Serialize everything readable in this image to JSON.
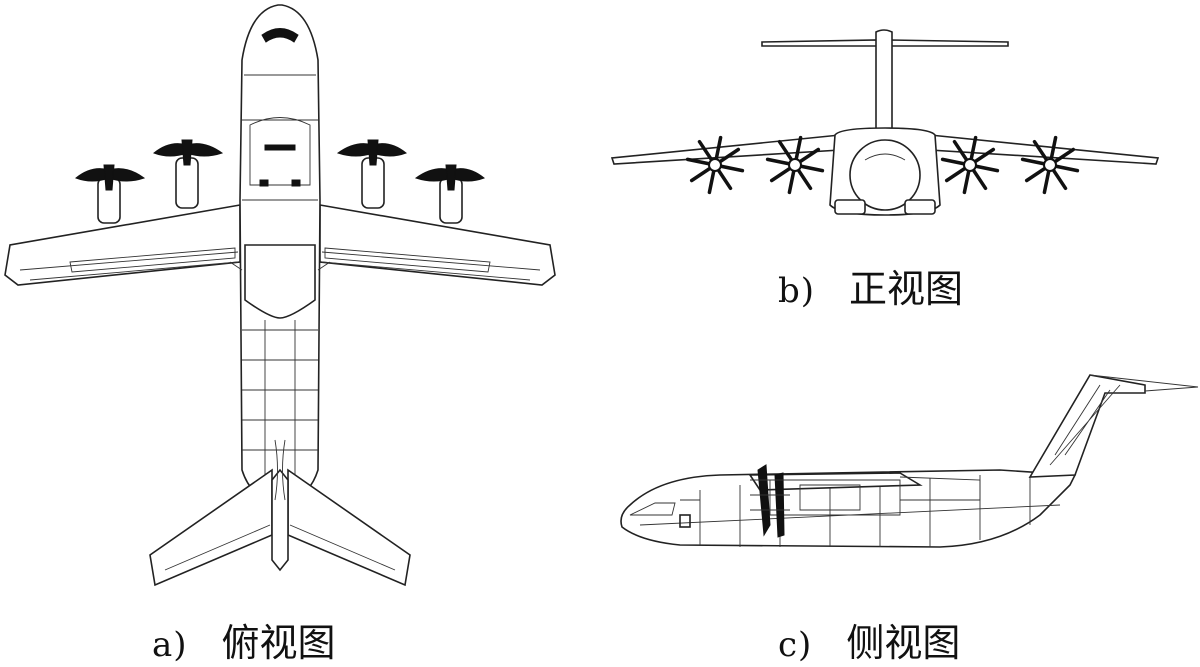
{
  "views": [
    {
      "id": "top",
      "letter": "a)",
      "name": "俯视图"
    },
    {
      "id": "front",
      "letter": "b)",
      "name": "正视图"
    },
    {
      "id": "side",
      "letter": "c)",
      "name": "侧视图"
    }
  ]
}
